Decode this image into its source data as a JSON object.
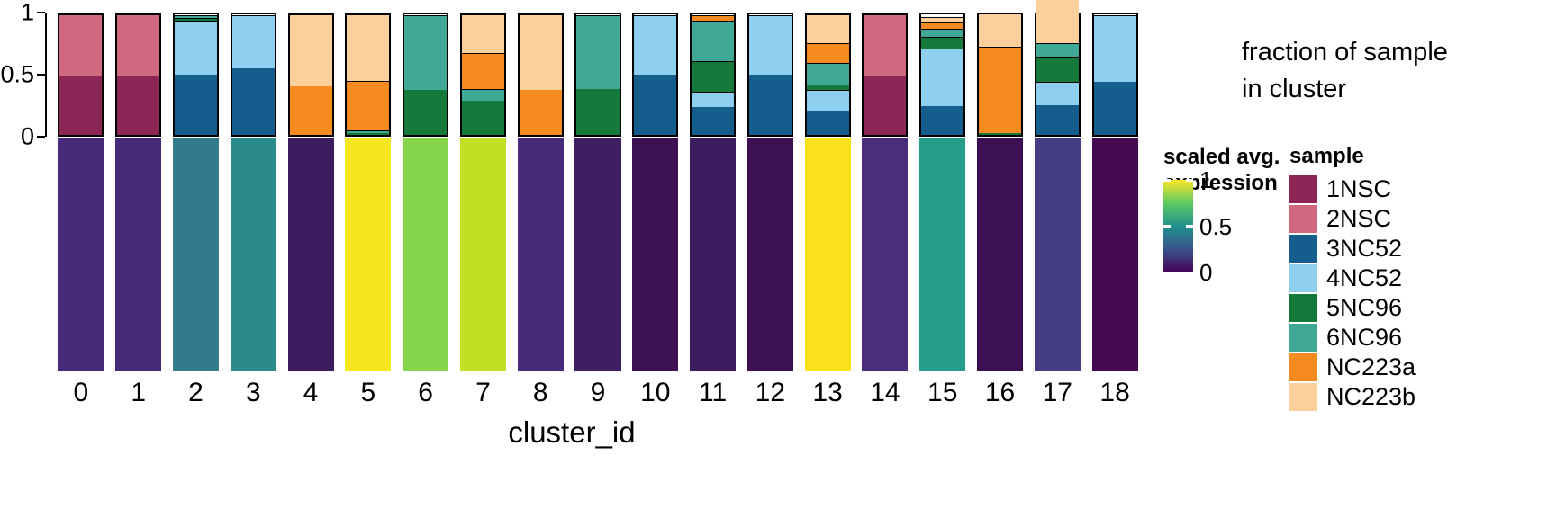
{
  "chart_data": {
    "type": "bar",
    "title": "",
    "subtitle": "",
    "xlabel": "cluster_id",
    "ylabel": "fraction of sample in cluster",
    "ylim": [
      0,
      1
    ],
    "ytick_labels": [
      "0",
      "0.5",
      "1"
    ],
    "ytick_values": [
      0,
      0.5,
      1
    ],
    "grid": false,
    "stacked": true,
    "stack_normalized": true,
    "legend_position": "right",
    "categories": [
      "0",
      "1",
      "2",
      "3",
      "4",
      "5",
      "6",
      "7",
      "8",
      "9",
      "10",
      "11",
      "12",
      "13",
      "14",
      "15",
      "16",
      "17",
      "18"
    ],
    "series": [
      {
        "name": "1NSC",
        "color": "#8c2657",
        "values": [
          0.49,
          0.49,
          0.0,
          0.0,
          0.0,
          0.0,
          0.0,
          0.0,
          0.0,
          0.0,
          0.0,
          0.0,
          0.0,
          0.0,
          0.49,
          0.0,
          0.0,
          0.0,
          0.0
        ]
      },
      {
        "name": "2NSC",
        "color": "#d0697f",
        "values": [
          0.51,
          0.51,
          0.0,
          0.0,
          0.0,
          0.0,
          0.0,
          0.0,
          0.0,
          0.0,
          0.0,
          0.0,
          0.0,
          0.0,
          0.51,
          0.0,
          0.0,
          0.0,
          0.0
        ]
      },
      {
        "name": "3NC52",
        "color": "#155d8c",
        "values": [
          0.0,
          0.0,
          0.5,
          0.55,
          0.0,
          0.0,
          0.0,
          0.0,
          0.0,
          0.0,
          0.5,
          0.23,
          0.5,
          0.2,
          0.0,
          0.24,
          0.0,
          0.25,
          0.44
        ]
      },
      {
        "name": "4NC52",
        "color": "#8ecff0",
        "values": [
          0.0,
          0.0,
          0.45,
          0.44,
          0.0,
          0.0,
          0.0,
          0.0,
          0.0,
          0.0,
          0.49,
          0.13,
          0.49,
          0.17,
          0.0,
          0.48,
          0.0,
          0.19,
          0.55
        ]
      },
      {
        "name": "5NC96",
        "color": "#15793b",
        "values": [
          0.0,
          0.0,
          0.02,
          0.0,
          0.0,
          0.015,
          0.37,
          0.28,
          0.0,
          0.38,
          0.0,
          0.25,
          0.0,
          0.05,
          0.0,
          0.09,
          0.015,
          0.21,
          0.0
        ]
      },
      {
        "name": "6NC96",
        "color": "#3fa995",
        "values": [
          0.0,
          0.0,
          0.02,
          0.0,
          0.0,
          0.02,
          0.62,
          0.1,
          0.0,
          0.61,
          0.0,
          0.34,
          0.0,
          0.18,
          0.0,
          0.07,
          0.0,
          0.11,
          0.0
        ]
      },
      {
        "name": "NC223a",
        "color": "#f68b1f",
        "values": [
          0.0,
          0.0,
          0.0,
          0.0,
          0.4,
          0.41,
          0.0,
          0.3,
          0.37,
          0.0,
          0.0,
          0.04,
          0.0,
          0.16,
          0.0,
          0.05,
          0.72,
          0.0,
          0.0
        ]
      },
      {
        "name": "NC223b",
        "color": "#fdcf9b",
        "values": [
          0.0,
          0.0,
          0.0,
          0.0,
          0.6,
          0.555,
          0.0,
          0.32,
          0.63,
          0.0,
          0.0,
          0.0,
          0.0,
          0.24,
          0.0,
          0.05,
          0.27,
          0.43,
          0.0
        ]
      }
    ],
    "heatmap": {
      "name": "scaled avg. expression",
      "colormap": "viridis",
      "vmin": 0,
      "vmax": 1,
      "tick_labels": [
        "0",
        "0.5",
        "1"
      ],
      "tick_values": [
        0,
        0.5,
        1
      ],
      "values": [
        0.22,
        0.22,
        0.49,
        0.56,
        0.13,
        1.0,
        0.85,
        0.91,
        0.22,
        0.12,
        0.07,
        0.11,
        0.1,
        1.0,
        0.23,
        0.58,
        0.09,
        0.27,
        0.04
      ],
      "colors": [
        "#472a7a",
        "#472a7a",
        "#317b8a",
        "#2a8a8c",
        "#3c1c5e",
        "#f5e61f",
        "#85d44a",
        "#c2df25",
        "#472a7a",
        "#3e1f63",
        "#3c1053",
        "#3c1c5e",
        "#3c1053",
        "#f9e11c",
        "#4a2d7b",
        "#259d8a",
        "#3c1053",
        "#453e86",
        "#430a52"
      ]
    }
  },
  "axis": {
    "y_ticks": [
      "1",
      "0.5",
      "0"
    ],
    "x_ticks": [
      "0",
      "1",
      "2",
      "3",
      "4",
      "5",
      "6",
      "7",
      "8",
      "9",
      "10",
      "11",
      "12",
      "13",
      "14",
      "15",
      "16",
      "17",
      "18"
    ],
    "x_title": "cluster_id"
  },
  "labels": {
    "fraction_line1": "fraction of sample",
    "fraction_line2": "in cluster"
  },
  "colorbar_legend": {
    "title_line1": "scaled avg.",
    "title_line2": "expression",
    "ticks": [
      {
        "label": "1",
        "pos": 1
      },
      {
        "label": "0.5",
        "pos": 0.5
      },
      {
        "label": "0",
        "pos": 0
      }
    ]
  },
  "sample_legend": {
    "title": "sample",
    "items": [
      {
        "label": "1NSC",
        "color": "#8c2657"
      },
      {
        "label": "2NSC",
        "color": "#d0697f"
      },
      {
        "label": "3NC52",
        "color": "#155d8c"
      },
      {
        "label": "4NC52",
        "color": "#8ecff0"
      },
      {
        "label": "5NC96",
        "color": "#15793b"
      },
      {
        "label": "6NC96",
        "color": "#3fa995"
      },
      {
        "label": "NC223a",
        "color": "#f68b1f"
      },
      {
        "label": "NC223b",
        "color": "#fdcf9b"
      }
    ]
  }
}
